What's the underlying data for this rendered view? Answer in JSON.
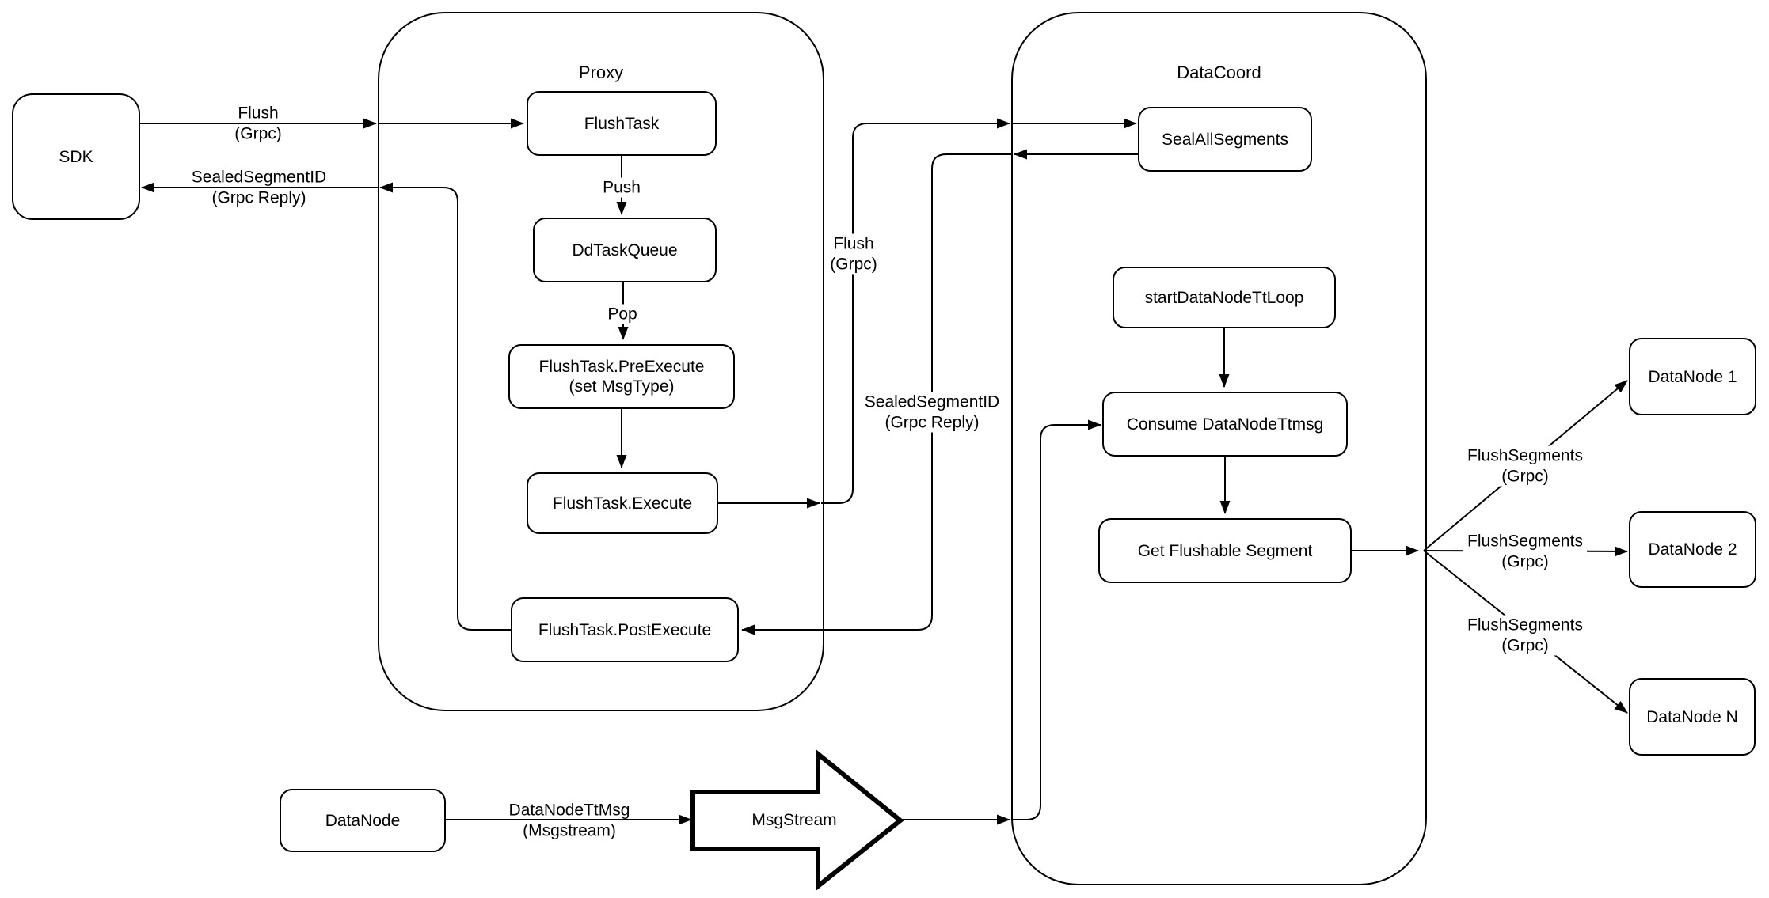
{
  "diagram": {
    "colors": {
      "stroke": "#000000",
      "fill": "#ffffff",
      "background": "#ffffff"
    },
    "containers": {
      "proxy": {
        "title": "Proxy"
      },
      "datacoord": {
        "title": "DataCoord"
      }
    },
    "nodes": {
      "sdk": {
        "label": "SDK"
      },
      "flush_task": {
        "label": "FlushTask"
      },
      "dd_task_queue": {
        "label": "DdTaskQueue"
      },
      "pre_execute": {
        "line1": "FlushTask.PreExecute",
        "line2": "(set MsgType)"
      },
      "execute": {
        "label": "FlushTask.Execute"
      },
      "post_execute": {
        "label": "FlushTask.PostExecute"
      },
      "seal_all_segments": {
        "label": "SealAllSegments"
      },
      "start_datanode_tt_loop": {
        "label": "startDataNodeTtLoop"
      },
      "consume_datanode_ttmsg": {
        "label": "Consume DataNodeTtmsg"
      },
      "get_flushable_segment": {
        "label": "Get Flushable Segment"
      },
      "datanode_1": {
        "label": "DataNode 1"
      },
      "datanode_2": {
        "label": "DataNode 2"
      },
      "datanode_n": {
        "label": "DataNode N"
      },
      "datanode_bottom": {
        "label": "DataNode"
      },
      "msgstream": {
        "label": "MsgStream"
      }
    },
    "edge_labels": {
      "flush_sdk": {
        "line1": "Flush",
        "line2": "(Grpc)"
      },
      "sealed_sdk": {
        "line1": "SealedSegmentID",
        "line2": "(Grpc Reply)"
      },
      "push": {
        "label": "Push"
      },
      "pop": {
        "label": "Pop"
      },
      "flush_mid": {
        "line1": "Flush",
        "line2": "(Grpc)"
      },
      "sealed_mid": {
        "line1": "SealedSegmentID",
        "line2": "(Grpc Reply)"
      },
      "flush_segments_1": {
        "line1": "FlushSegments",
        "line2": "(Grpc)"
      },
      "flush_segments_2": {
        "line1": "FlushSegments",
        "line2": "(Grpc)"
      },
      "flush_segments_3": {
        "line1": "FlushSegments",
        "line2": "(Grpc)"
      },
      "datanode_ttmsg": {
        "line1": "DataNodeTtMsg",
        "line2": "(Msgstream)"
      }
    }
  }
}
